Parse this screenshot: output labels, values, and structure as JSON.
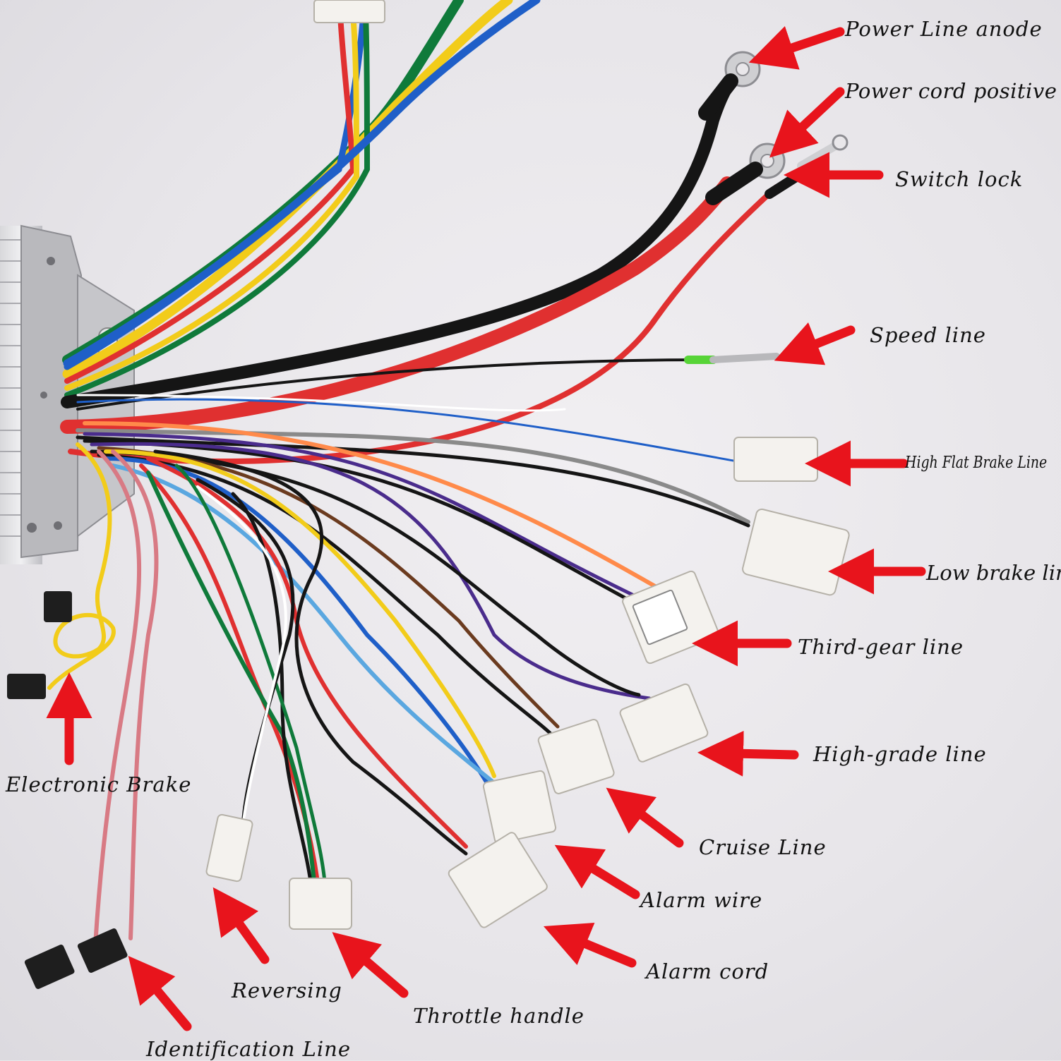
{
  "labels": {
    "power_line_anode": "Power Line anode",
    "power_cord_positive": "Power cord positive",
    "switch_lock": "Switch lock",
    "speed_line": "Speed line",
    "high_flat_brake_line": "High Flat Brake Line",
    "low_brake_line": "Low brake line",
    "third_gear_line": "Third-gear line",
    "high_grade_line": "High-grade line",
    "cruise_line": "Cruise Line",
    "alarm_wire": "Alarm wire",
    "alarm_cord": "Alarm cord",
    "throttle_handle": "Throttle handle",
    "reversing": "Reversing",
    "identification_line": "Identification Line",
    "electronic_brake": "Electronic Brake"
  },
  "colors": {
    "arrow": "#e8141c",
    "wire_red": "#e03030",
    "wire_black": "#151515",
    "wire_green": "#0f7a3a",
    "wire_yellow": "#f2cc1a",
    "wire_blue": "#1f5fc8",
    "wire_lightblue": "#5aa7e0",
    "wire_purple": "#4a2c8c",
    "wire_orange": "#ff8a4a",
    "wire_gray": "#8a8a8a",
    "wire_brown": "#6b3b1f",
    "wire_pink": "#d87a84",
    "connector": "#f4f2ee",
    "controller_body": "#c9c9cc"
  }
}
